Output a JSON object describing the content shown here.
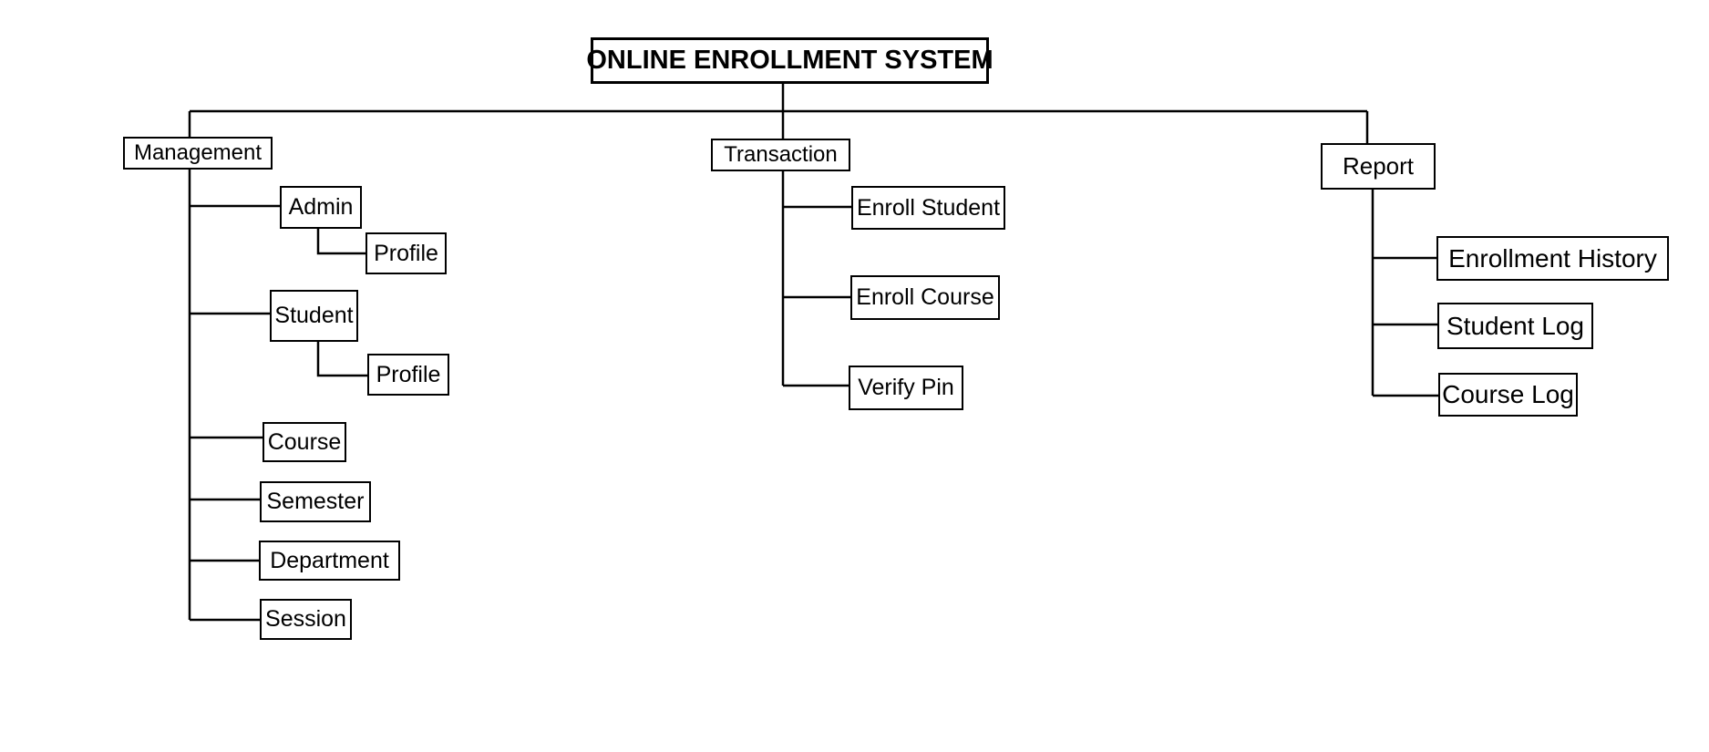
{
  "diagram": {
    "title": "ONLINE ENROLLMENT SYSTEM",
    "management": {
      "label": "Management",
      "admin": "Admin",
      "admin_profile": "Profile",
      "student": "Student",
      "student_profile": "Profile",
      "course": "Course",
      "semester": "Semester",
      "department": "Department",
      "session": "Session"
    },
    "transaction": {
      "label": "Transaction",
      "enroll_student": "Enroll Student",
      "enroll_course": "Enroll Course",
      "verify_pin": "Verify Pin"
    },
    "report": {
      "label": "Report",
      "enrollment_history": "Enrollment History",
      "student_log": "Student Log",
      "course_log": "Course Log"
    },
    "line_color": "#000000"
  }
}
